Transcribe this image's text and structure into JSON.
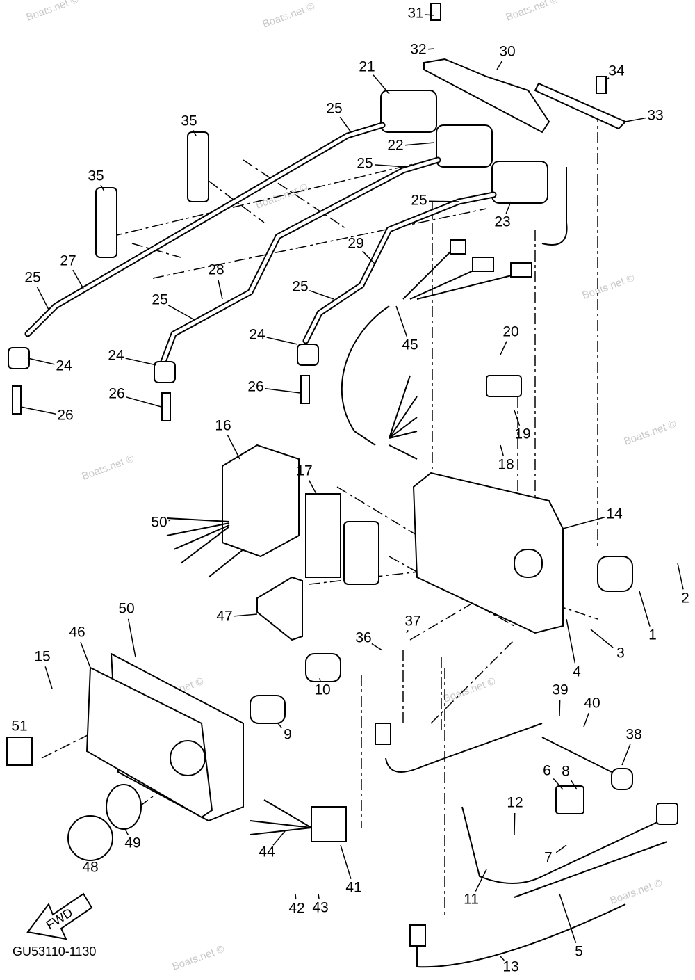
{
  "diagram": {
    "diagram_code": "GU53110-1130",
    "direction_arrow": "FWD",
    "watermark": "Boats.net ©",
    "callouts": [
      "31",
      "32",
      "30",
      "34",
      "33",
      "21",
      "35",
      "25",
      "22",
      "25",
      "35",
      "25",
      "23",
      "29",
      "27",
      "25",
      "28",
      "25",
      "25",
      "24",
      "45",
      "20",
      "24",
      "24",
      "26",
      "26",
      "26",
      "19",
      "18",
      "16",
      "17",
      "14",
      "50",
      "2",
      "1",
      "47",
      "50",
      "46",
      "37",
      "36",
      "3",
      "4",
      "15",
      "10",
      "39",
      "40",
      "9",
      "51",
      "38",
      "6",
      "8",
      "12",
      "48",
      "49",
      "44",
      "7",
      "41",
      "11",
      "43",
      "42",
      "5",
      "13"
    ]
  }
}
